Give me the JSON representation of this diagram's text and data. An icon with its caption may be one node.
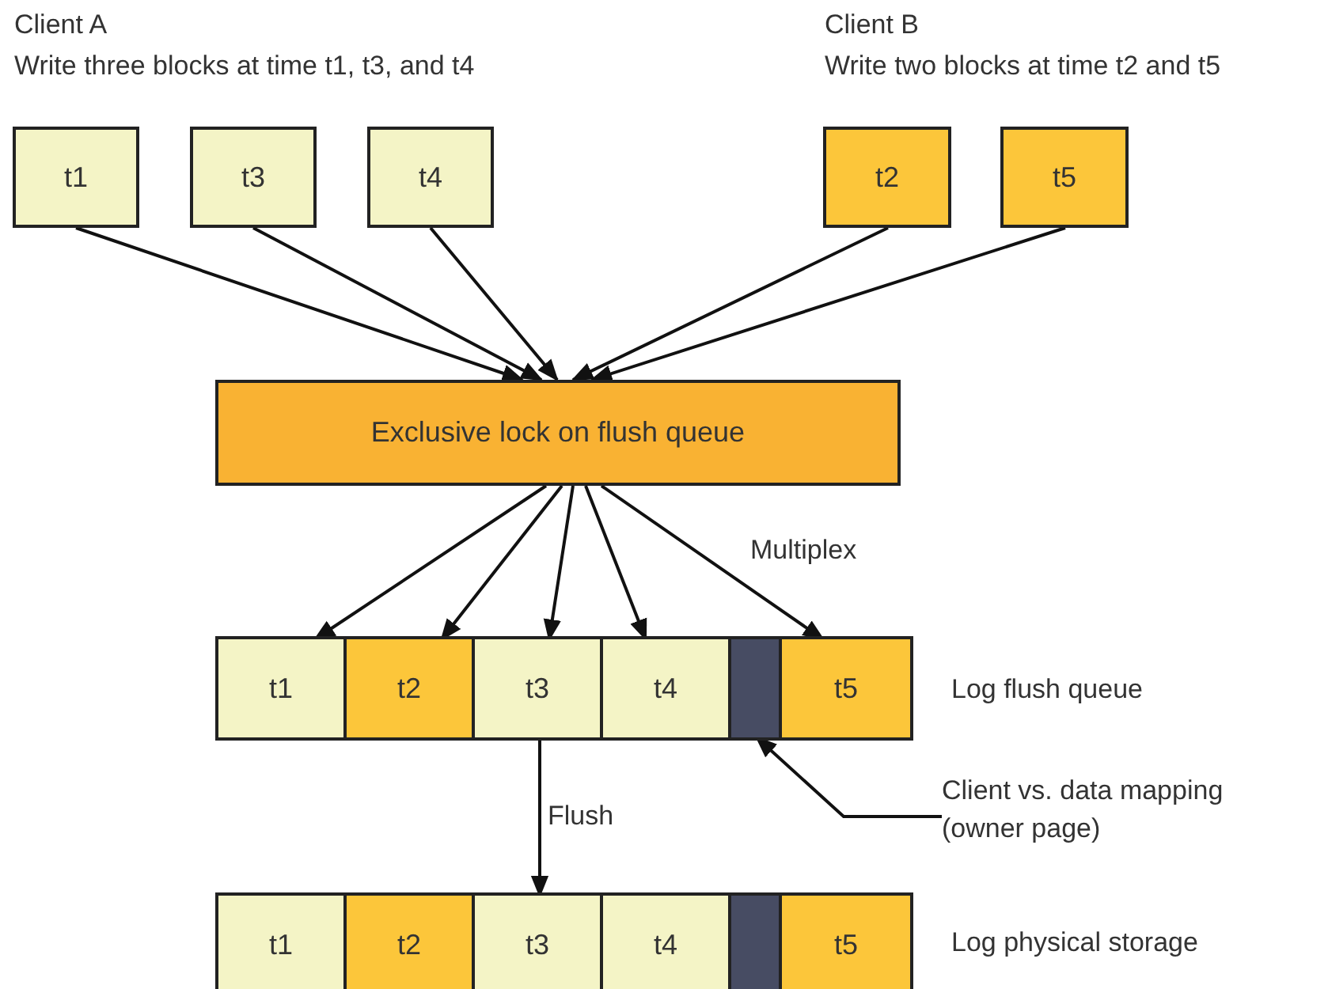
{
  "diagram": {
    "nodes": [
      {
        "text": [
          "t1"
        ]
      },
      {
        "text": [
          "t3"
        ]
      },
      {
        "text": [
          "t4"
        ]
      },
      {
        "text": [
          "t2"
        ]
      },
      {
        "text": [
          "t5"
        ]
      },
      {
        "text": [
          "Exclusive lock on flush queue"
        ]
      },
      {
        "text": [],
        "shape": "bar",
        "beside": [
          "Log flush queue"
        ]
      },
      {
        "text": [
          "t1"
        ],
        "in": 6
      },
      {
        "text": [
          "t2"
        ],
        "in": 6
      },
      {
        "text": [
          "t3"
        ],
        "in": 6
      },
      {
        "text": [
          "t4"
        ],
        "in": 6
      },
      {
        "text": [],
        "shape": "box",
        "in": 6
      },
      {
        "text": [
          "t5"
        ],
        "in": 6
      },
      {
        "text": [],
        "shape": "bar",
        "beside": [
          "Log physical storage"
        ]
      },
      {
        "text": [
          "t1"
        ],
        "in": 13
      },
      {
        "text": [
          "t2"
        ],
        "in": 13
      },
      {
        "text": [
          "t3"
        ],
        "in": 13
      },
      {
        "text": [
          "t4"
        ],
        "in": 13
      },
      {
        "text": [],
        "shape": "box",
        "in": 13
      },
      {
        "text": [
          "t5"
        ],
        "in": 13
      },
      {
        "text": [
          "Client vs. data mapping (owner page)"
        ]
      }
    ],
    "edges": [
      {
        "from": 0,
        "to": 5,
        "arrow": "to"
      },
      {
        "from": 1,
        "to": 5,
        "arrow": "to"
      },
      {
        "from": 2,
        "to": 5,
        "arrow": "to"
      },
      {
        "from": 3,
        "to": 5,
        "arrow": "to"
      },
      {
        "from": 4,
        "to": 5,
        "arrow": "to"
      },
      {
        "from": 5,
        "to": 7,
        "arrow": "to"
      },
      {
        "from": 5,
        "to": 8,
        "arrow": "to"
      },
      {
        "from": 5,
        "to": 9,
        "arrow": "to"
      },
      {
        "from": 5,
        "to": 10,
        "arrow": "to"
      },
      {
        "from": 5,
        "to": 12,
        "arrow": "to"
      },
      {
        "from": 9,
        "to": 16,
        "arrow": "to",
        "label": "Flush"
      },
      {
        "from": 20,
        "to": 11,
        "arrow": "to"
      }
    ],
    "labels": [
      "Client A",
      "Write three blocks at time t1, t3, and t4",
      "Client B",
      "Write two blocks at time t2 and t5",
      "Multiplex"
    ]
  }
}
